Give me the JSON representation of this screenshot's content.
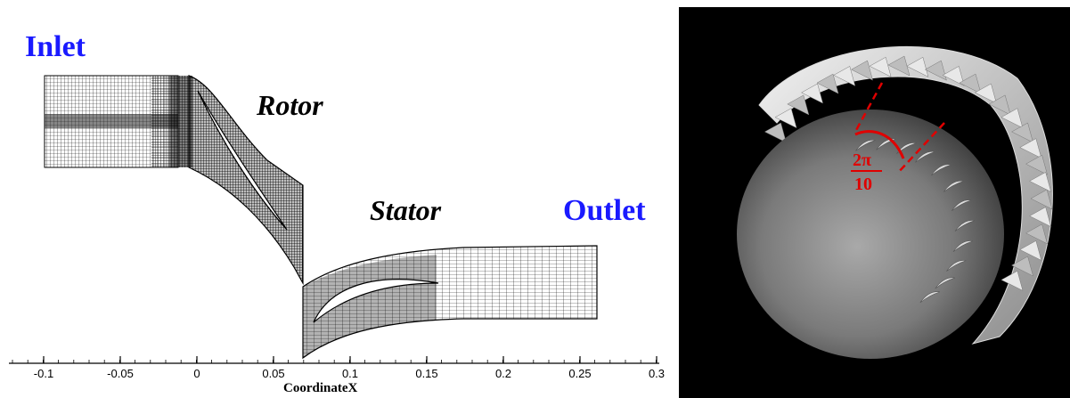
{
  "labels": {
    "inlet": "Inlet",
    "rotor": "Rotor",
    "stator": "Stator",
    "outlet": "Outlet",
    "axis_title": "CoordinateX",
    "angle_numerator": "2π",
    "angle_denominator": "10"
  },
  "axis": {
    "ticks": [
      "-0.1",
      "-0.05",
      "0",
      "0.05",
      "0.1",
      "0.15",
      "0.2",
      "0.25",
      "0.3"
    ]
  },
  "colors": {
    "label_blue": "#1a1aff",
    "annotation_red": "#e00000",
    "mesh": "#111111"
  }
}
